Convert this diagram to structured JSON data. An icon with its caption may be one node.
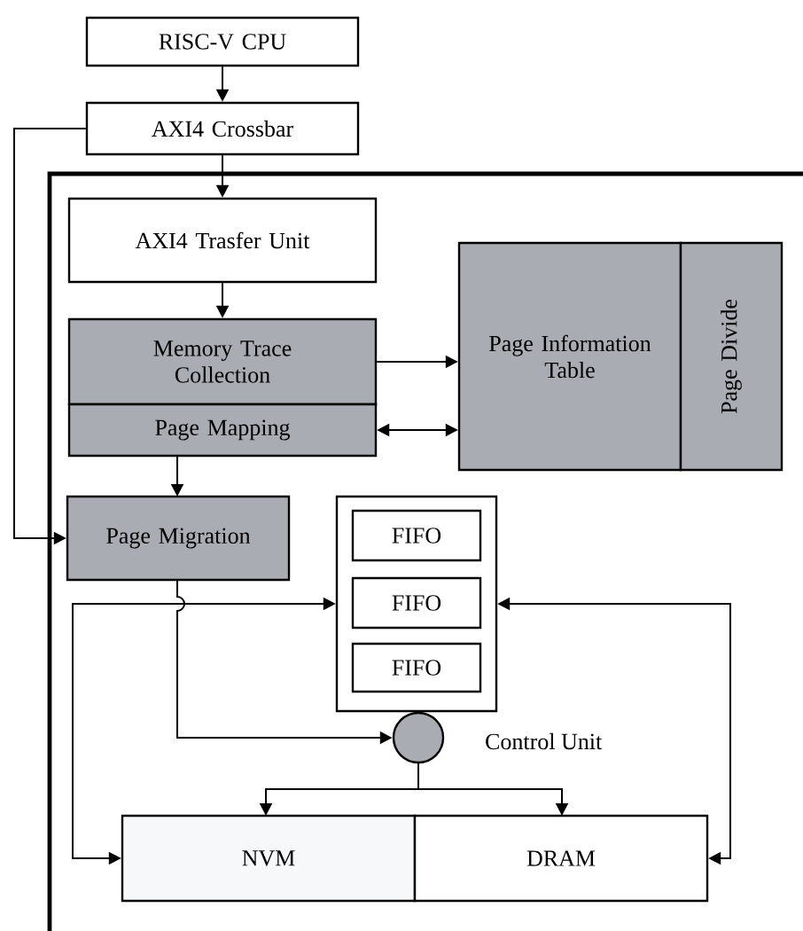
{
  "diagram": {
    "nodes": [
      {
        "text": [
          "RISC-V CPU"
        ]
      },
      {
        "text": [
          "AXI4 Crossbar"
        ]
      },
      {
        "text": [],
        "shape": "box"
      },
      {
        "text": [
          "AXI4 Trasfer Unit"
        ],
        "in": 2
      },
      {
        "text": [
          "Memory Trace Collection"
        ],
        "in": 2
      },
      {
        "text": [
          "Page Mapping"
        ],
        "in": 2
      },
      {
        "text": [
          "Page Information Table"
        ],
        "in": 2
      },
      {
        "text": [
          "Page Divide"
        ],
        "in": 2
      },
      {
        "text": [
          "Page Migration"
        ],
        "in": 2
      },
      {
        "text": [],
        "shape": "box",
        "in": 2
      },
      {
        "text": [
          "FIFO"
        ],
        "in": 9
      },
      {
        "text": [
          "FIFO"
        ],
        "in": 9
      },
      {
        "text": [
          "FIFO"
        ],
        "in": 9
      },
      {
        "text": [],
        "shape": "circle",
        "beside": [
          "Control Unit"
        ],
        "in": 2
      },
      {
        "text": [
          "NVM"
        ],
        "in": 2
      },
      {
        "text": [
          "DRAM"
        ],
        "in": 2
      }
    ],
    "edges": [
      {
        "from": 0,
        "to": 1,
        "arrow": "to"
      },
      {
        "from": 1,
        "to": 3,
        "arrow": "to"
      },
      {
        "from": 3,
        "to": 4,
        "arrow": "to"
      },
      {
        "from": 4,
        "to": 6,
        "arrow": "to"
      },
      {
        "from": 5,
        "to": 6,
        "arrow": "both"
      },
      {
        "from": 5,
        "to": 8,
        "arrow": "to"
      },
      {
        "from": 1,
        "to": 8,
        "arrow": "to"
      },
      {
        "from": 14,
        "to": 9,
        "arrow": "both"
      },
      {
        "from": 15,
        "to": 9,
        "arrow": "both"
      },
      {
        "from": 8,
        "to": 13,
        "arrow": "to"
      },
      {
        "from": 13,
        "to": 14,
        "arrow": "to"
      },
      {
        "from": 13,
        "to": 15,
        "arrow": "to"
      }
    ]
  }
}
